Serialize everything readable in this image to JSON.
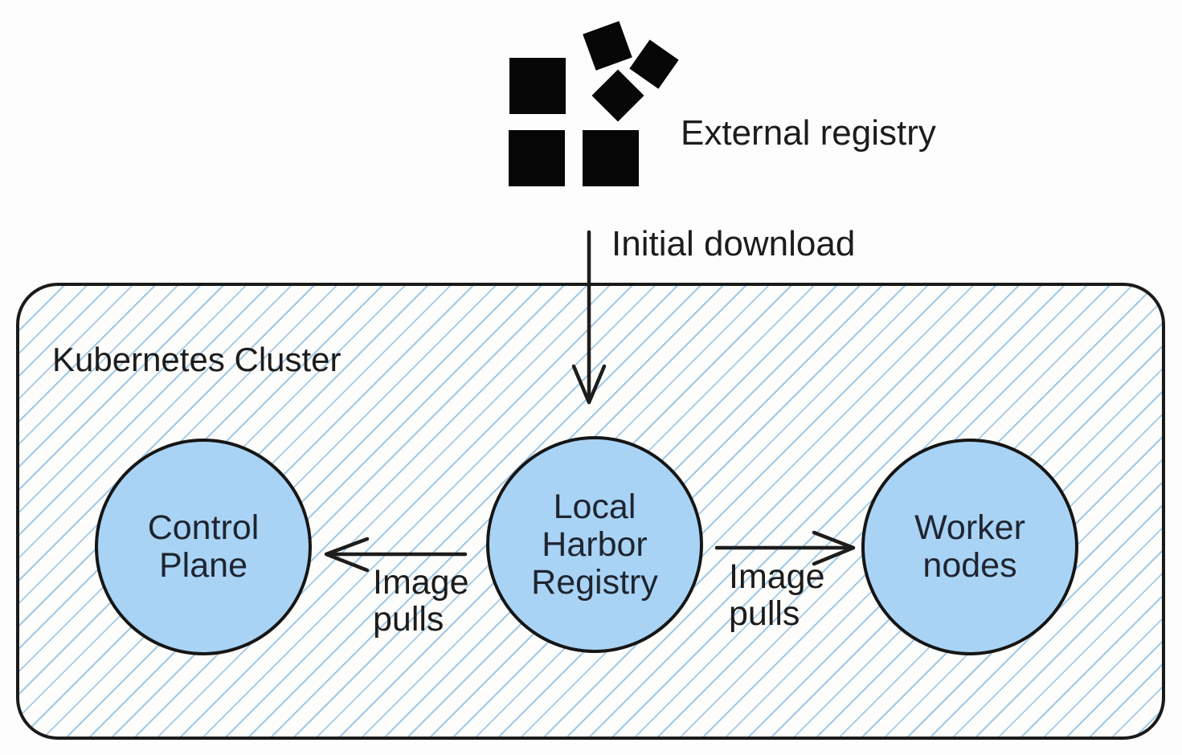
{
  "diagram": {
    "title_implicit": "Harbor registry inside a Kubernetes cluster",
    "external_registry": {
      "label": "External registry",
      "icon": "tumbling-squares-registry-icon"
    },
    "arrows": {
      "initial_download": {
        "label": "Initial download",
        "direction": "down"
      },
      "image_pulls_left": {
        "label_line1": "Image",
        "label_line2": "pulls",
        "direction": "left"
      },
      "image_pulls_right": {
        "label_line1": "Image",
        "label_line2": "pulls",
        "direction": "right"
      }
    },
    "cluster": {
      "label": "Kubernetes Cluster"
    },
    "nodes": {
      "control_plane": {
        "line1": "Control",
        "line2": "Plane"
      },
      "local_harbor_registry": {
        "line1": "Local",
        "line2": "Harbor",
        "line3": "Registry"
      },
      "worker_nodes": {
        "line1": "Worker",
        "line2": "nodes"
      }
    },
    "colors": {
      "node_fill": "#a9d3f4",
      "hatch_line": "#a2c9e8",
      "cluster_background": "#fdfdfb",
      "stroke": "#1a1a1a",
      "icon_black": "#070707",
      "page_background": "#fdfdfd"
    }
  }
}
